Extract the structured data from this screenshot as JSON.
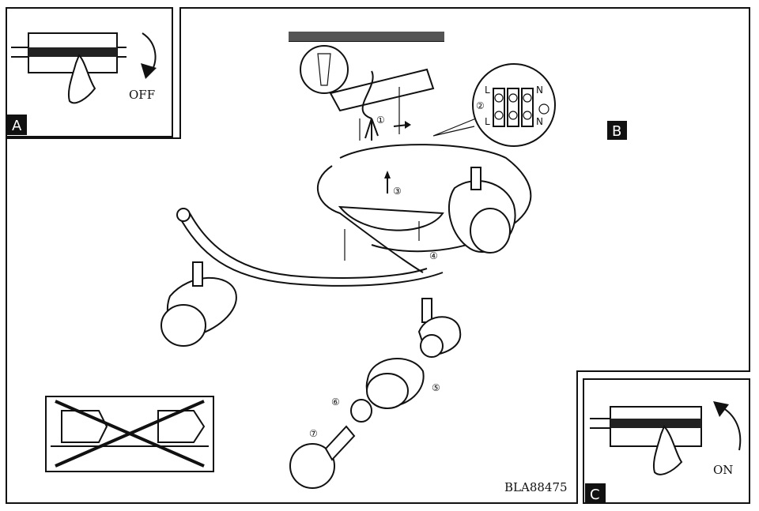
{
  "panels": {
    "a": {
      "label": "A",
      "switch_text": "OFF"
    },
    "b": {
      "label": "B"
    },
    "c": {
      "label": "C",
      "switch_text": "ON"
    }
  },
  "steps": [
    "①",
    "②",
    "③",
    "④",
    "⑤",
    "⑥",
    "⑦"
  ],
  "terminal": {
    "step": "②",
    "left_top": "L",
    "left_bottom": "L",
    "right_top": "N",
    "right_bottom": "N"
  },
  "model_code": "BLA88475",
  "colors": {
    "line": "#111111",
    "label_bg": "#111111",
    "background": "#ffffff"
  }
}
